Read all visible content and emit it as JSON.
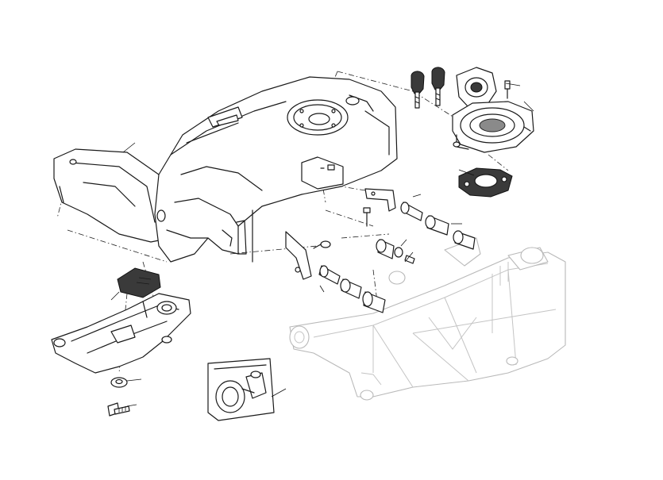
{
  "figure": {
    "description_visible_text": [],
    "parts": [
      {
        "name": "fuel-tank"
      },
      {
        "name": "tank-rear-bracket"
      },
      {
        "name": "ignition-keys"
      },
      {
        "name": "fuel-filler-cap"
      },
      {
        "name": "filler-cap-gasket"
      },
      {
        "name": "mounting-bracket-right"
      },
      {
        "name": "mounting-bracket-left"
      },
      {
        "name": "rubber-pad"
      },
      {
        "name": "support-plate"
      },
      {
        "name": "washer"
      },
      {
        "name": "bolt"
      },
      {
        "name": "fuel-pump-flange"
      },
      {
        "name": "frame"
      }
    ]
  }
}
